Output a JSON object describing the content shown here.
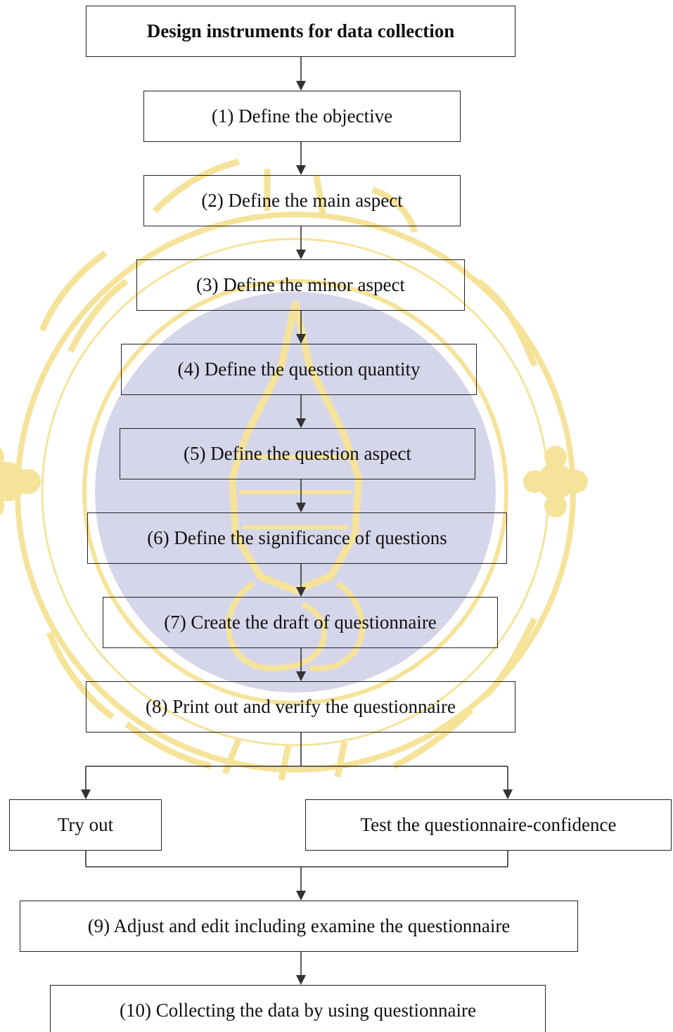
{
  "flowchart": {
    "title": "Design instruments  for data collection",
    "steps": [
      "(1) Define the objective",
      "(2) Define the main aspect",
      "(3) Define the minor aspect",
      "(4) Define the question quantity",
      "(5) Define the question aspect",
      "(6) Define the significance of questions",
      "(7) Create the draft of questionnaire",
      "(8) Print out and verify the questionnaire"
    ],
    "branches": [
      "Try out",
      "Test the questionnaire-confidence"
    ],
    "after": [
      "(9)  Adjust and edit including examine the questionnaire",
      "(10) Collecting the data by using questionnaire"
    ]
  },
  "colors": {
    "watermark_disc": "#d6d6ea",
    "watermark_gold": "#f6e39a",
    "line": "#333333"
  },
  "watermark": {
    "type": "university-seal"
  }
}
